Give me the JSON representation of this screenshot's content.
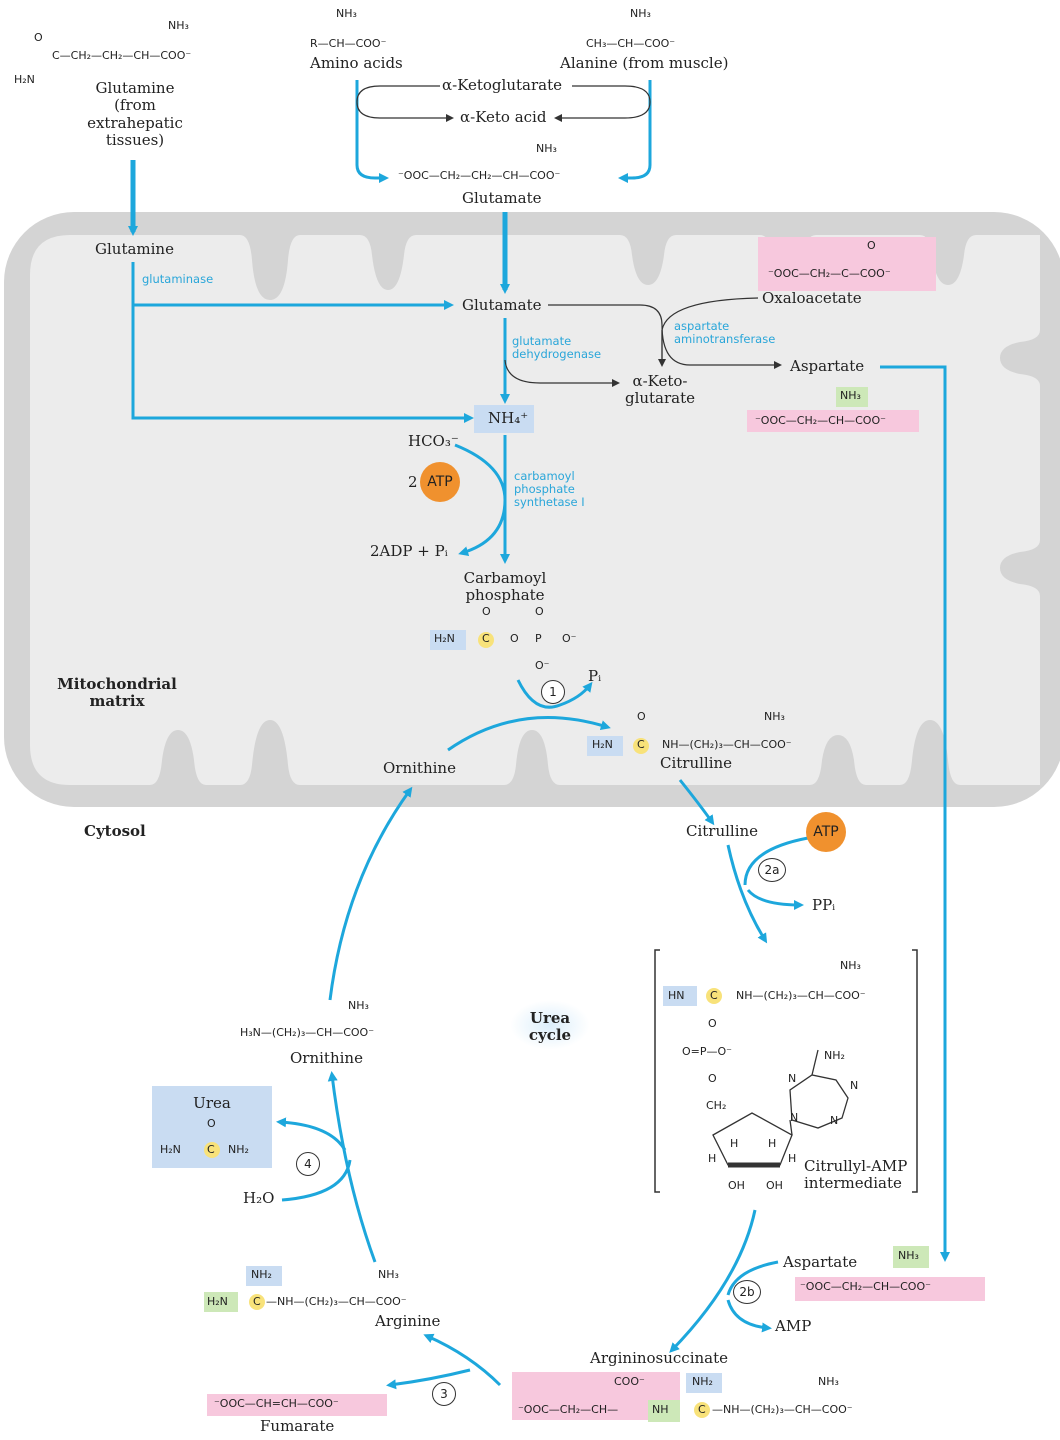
{
  "compartments": {
    "matrix": "Mitochondrial\nmatrix",
    "cytosol": "Cytosol",
    "cycle": "Urea\ncycle"
  },
  "top": {
    "glutamine_struct": [
      "NH₃",
      "O",
      "C—CH₂—CH₂—CH—COO⁻",
      "H₂N"
    ],
    "glutamine_label": "Glutamine\n(from\nextrahepatic\ntissues)",
    "aa_struct": [
      "NH₃",
      "R—CH—COO⁻"
    ],
    "aa_label": "Amino acids",
    "ala_struct": [
      "NH₃",
      "CH₃—CH—COO⁻"
    ],
    "ala_label": "Alanine (from muscle)",
    "akg": "α-Ketoglutarate",
    "aketo": "α-Keto acid",
    "glu_struct": [
      "NH₃",
      "⁻OOC—CH₂—CH₂—CH—COO⁻"
    ],
    "glu_label": "Glutamate"
  },
  "matrix": {
    "glutamine": "Glutamine",
    "glutaminase": "glutaminase",
    "glutamate": "Glutamate",
    "gdh": "glutamate\ndehydrogenase",
    "ast": "aspartate\naminotransferase",
    "oaa_struct": [
      "O",
      "⁻OOC—CH₂—C—COO⁻"
    ],
    "oaa_label": "Oxaloacetate",
    "akg2": "α-Keto-\nglutarate",
    "aspartate": "Aspartate",
    "asp_struct": [
      "NH₃",
      "⁻OOC—CH₂—CH—COO⁻"
    ],
    "nh4": "NH₄⁺",
    "hco3": "HCO₃⁻",
    "two": "2",
    "atp": "ATP",
    "cps": "carbamoyl\nphosphate\nsynthetase I",
    "adp": "2ADP + Pᵢ",
    "carbp_label": "Carbamoyl\nphosphate",
    "carbp_struct": [
      "O",
      "O",
      "H₂N",
      "C",
      "O",
      "P",
      "O⁻",
      "O⁻"
    ],
    "pi": "Pᵢ",
    "ornithine": "Ornithine",
    "cit_struct": [
      "O",
      "NH₃",
      "H₂N",
      "C",
      "NH—(CH₂)₃—CH—COO⁻"
    ],
    "cit_label": "Citrulline"
  },
  "cytosol": {
    "citrulline": "Citrulline",
    "atp": "ATP",
    "ppi": "PPᵢ",
    "intermediate": {
      "hn": "HN",
      "c": "C",
      "chain": "NH—(CH₂)₃—CH—COO⁻",
      "nh3": "NH₃",
      "o1": "O",
      "p": "O=P—O⁻",
      "o2": "O",
      "ch2": "CH₂",
      "nh2": "NH₂",
      "n": "N",
      "h": "H",
      "oh": "OH",
      "label": "Citrullyl-AMP\nintermediate"
    },
    "aspartate": "Aspartate",
    "asp_struct": [
      "NH₃",
      "⁻OOC—CH₂—CH—COO⁻"
    ],
    "amp": "AMP",
    "argsucc_label": "Argininosuccinate",
    "argsucc_struct": [
      "COO⁻",
      "NH₂",
      "NH₃",
      "⁻OOC—CH₂—CH—",
      "NH",
      "C",
      "—NH—(CH₂)₃—CH—COO⁻"
    ],
    "fumarate_struct": "⁻OOC—CH=CH—COO⁻",
    "fumarate_label": "Fumarate",
    "arg_struct": [
      "NH₂",
      "NH₃",
      "H₂N",
      "C",
      "—NH—(CH₂)₃—CH—COO⁻"
    ],
    "arg_label": "Arginine",
    "urea_label": "Urea",
    "urea_struct": [
      "O",
      "H₂N",
      "C",
      "NH₂"
    ],
    "h2o": "H₂O",
    "orn_struct": [
      "NH₃",
      "H₃N—(CH₂)₃—CH—COO⁻"
    ],
    "orn_label": "Ornithine"
  },
  "steps": [
    "1",
    "2a",
    "2b",
    "3",
    "4"
  ],
  "colors": {
    "arrow": "#1da7dc",
    "membrane": "#d4d4d4",
    "matrix_fill": "#ececec",
    "atp": "#f0912e",
    "pink": "#f7c8dd",
    "blue": "#c9dcf2",
    "green": "#cde8b8"
  }
}
